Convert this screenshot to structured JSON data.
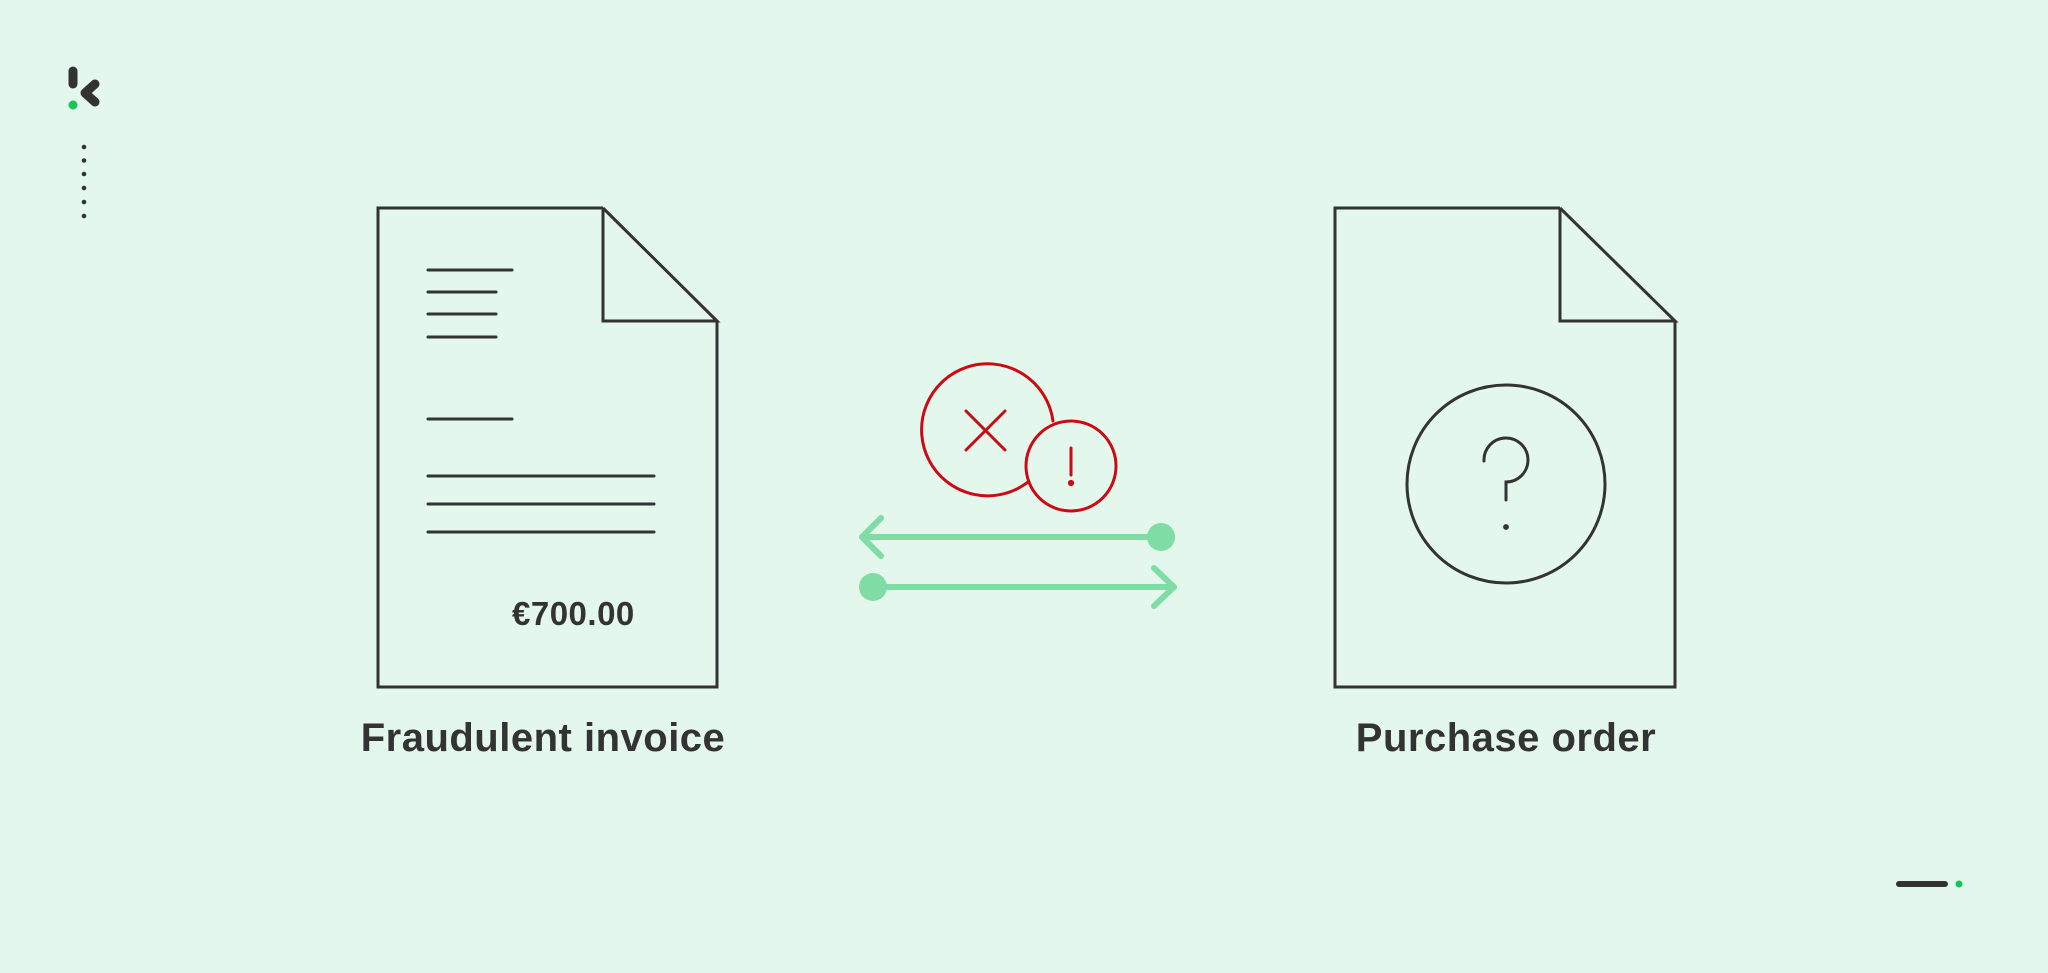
{
  "colors": {
    "background": "#e3f7ec",
    "ink": "#333333",
    "alert_red": "#cc0a14",
    "arrow_green": "#7fdca5",
    "brand_green": "#17c45a"
  },
  "brand": {
    "logo_icon": "k-logo-icon",
    "page_indicator_icon": "vertical-dots-icon",
    "footer_mark_icon": "dash-dot-icon"
  },
  "left_document": {
    "icon": "invoice-document-icon",
    "amount": "€700.00",
    "caption": "Fraudulent invoice"
  },
  "center": {
    "error_icon": "x-circle-icon",
    "warning_icon": "exclamation-circle-icon",
    "arrow_left_icon": "arrow-left-icon",
    "arrow_right_icon": "arrow-right-icon"
  },
  "right_document": {
    "icon": "question-document-icon",
    "inner_icon": "question-circle-icon",
    "caption": "Purchase order"
  }
}
